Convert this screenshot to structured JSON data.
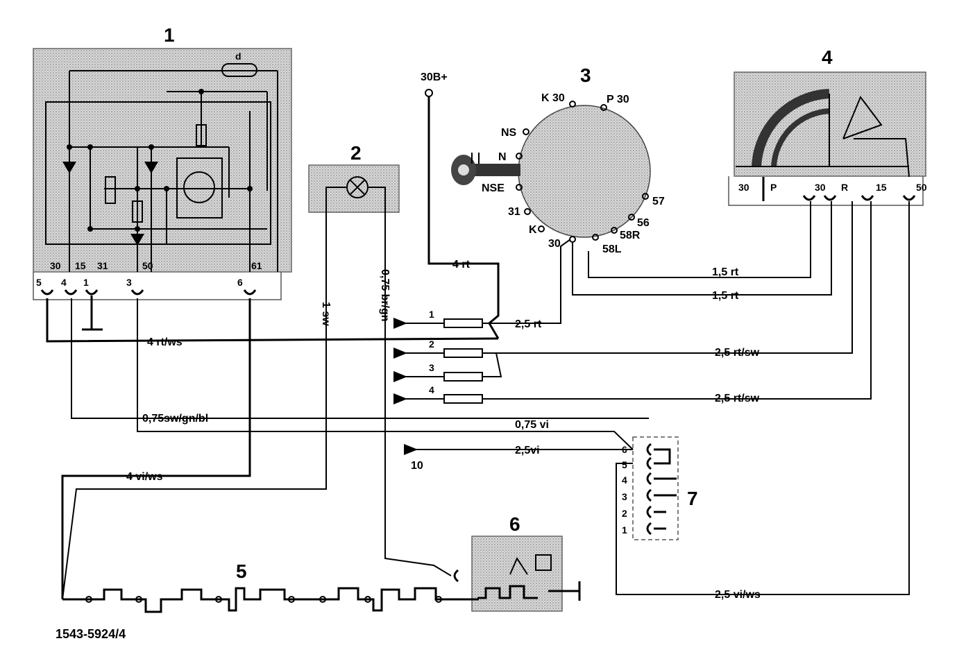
{
  "components": {
    "c1": {
      "number": "1",
      "terminals": [
        "5",
        "30",
        "4",
        "15",
        "1",
        "31",
        "3",
        "50",
        "6",
        "61"
      ],
      "inner_label": "d"
    },
    "c2": {
      "number": "2"
    },
    "c3": {
      "number": "3",
      "terminals": [
        "K 30",
        "P 30",
        "NS",
        "N",
        "NSE",
        "31",
        "K",
        "30",
        "58L",
        "58R",
        "56",
        "57"
      ]
    },
    "c4": {
      "number": "4",
      "terminals": [
        "30",
        "P",
        "30",
        "R",
        "15",
        "50"
      ]
    },
    "c5": {
      "number": "5"
    },
    "c6": {
      "number": "6"
    },
    "c7": {
      "number": "7",
      "pins": [
        "6",
        "5",
        "4",
        "3",
        "2",
        "1"
      ]
    }
  },
  "supply": "30B+",
  "fuses": [
    "1",
    "2",
    "3",
    "4"
  ],
  "wires": {
    "w_4rt": "4 rt",
    "w_25rt": "2,5 rt",
    "w_15rt_a": "1,5 rt",
    "w_15rt_b": "1,5 rt",
    "w_4rtws": "4 rt/ws",
    "w_25rtsw_a": "2,5 rt/sw",
    "w_25rtsw_b": "2,5 rt/sw",
    "w_075swgnbl": "0,75sw/gn/bl",
    "w_075vi": "0,75 vi",
    "w_25vi": "2,5vi",
    "w_10": "10",
    "w_4viws": "4 vi/ws",
    "w_25viws": "2,5 vi/ws",
    "w_1sw": "1 sw",
    "w_075brgn": "0,75 br/gn"
  },
  "footer": "1543-5924/4"
}
